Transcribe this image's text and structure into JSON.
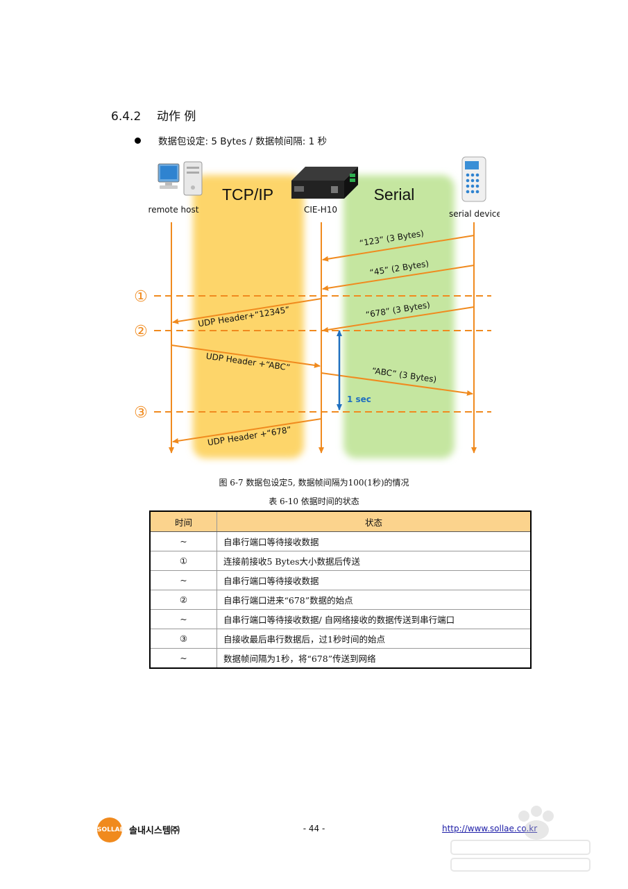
{
  "section": {
    "number": "6.4.2",
    "title": "动作  例"
  },
  "bullet": "数据包设定: 5 Bytes /  数据帧间隔: 1  秒",
  "diagram": {
    "zone_tcp": "TCP/IP",
    "zone_serial": "Serial",
    "remote_host_label": "remote host",
    "device_label": "CIE-H10",
    "serial_devices_label": "serial devices",
    "msg1": "“123”  (3 Bytes)",
    "msg2": "“45”  (2 Bytes)",
    "msg3": "“678”  (3 Bytes)",
    "msg4": "UDP Header+“12345”",
    "msg5": "UDP Header +“ABC”",
    "msg6": "“ABC”  (3 Bytes)",
    "msg7": "UDP Header +“678”",
    "marker1": "①",
    "marker2": "②",
    "marker3": "③",
    "interval": "1 sec",
    "colors": {
      "tcp_zone": "#fdd56b",
      "serial_zone": "#c5e6a0",
      "arrow": "#f08a1e",
      "interval": "#1f6fc0"
    }
  },
  "figure_caption": "图  6-7  数据包设定5,  数据帧间隔为100(1秒)的情况",
  "table_caption": "表  6-10  依据时间的状态",
  "table": {
    "headers": [
      "时间",
      "状态"
    ],
    "rows": [
      [
        "~",
        "自串行端口等待接收数据"
      ],
      [
        "①",
        "连接前接收5  Bytes大小数据后传送"
      ],
      [
        "~",
        "自串行端口等待接收数据"
      ],
      [
        "②",
        "自串行端口进来“678”数据的始点"
      ],
      [
        "~",
        "自串行端口等待接收数据/  自网络接收的数据传送到串行端口"
      ],
      [
        "③",
        "自接收最后串行数据后，过1秒时间的始点"
      ],
      [
        "~",
        "数据帧间隔为1秒，将“678”传送到网络"
      ]
    ]
  },
  "footer": {
    "logo": "SOLLAE",
    "company": "솔내시스템㈜",
    "page": "- 44 -",
    "url": "http://www.sollae.co.kr"
  }
}
